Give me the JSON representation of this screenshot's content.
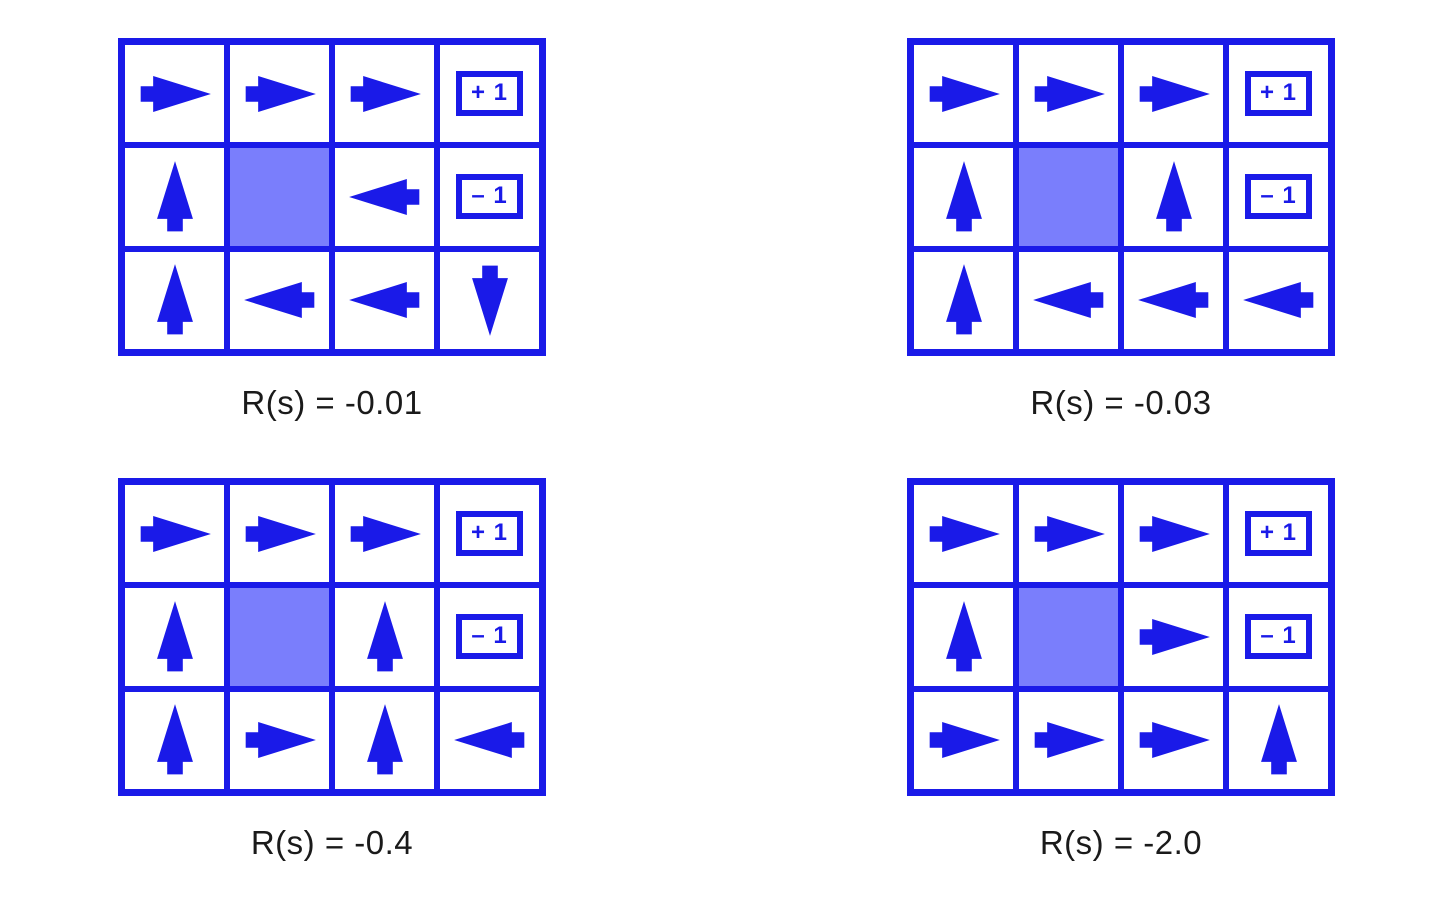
{
  "figure": {
    "type": "policy-gridworld-set",
    "description": "Four 4x3 gridworld optimal policy diagrams for different living rewards",
    "colors": {
      "line_blue": "#1a1ae8",
      "arrow_blue": "#1a1ae8",
      "wall_fill": "#7a7efc",
      "cell_fill": "#ffffff",
      "caption_text": "#1a1a1a",
      "background": "#ffffff"
    },
    "grid_size": {
      "cols": 4,
      "rows": 3
    }
  },
  "panels": [
    {
      "id": "panel-r-0-01",
      "caption": "R(s) = -0.01",
      "reward": "-0.01",
      "cells": [
        [
          {
            "kind": "arrow",
            "dir": "right",
            "label": "right-arrow"
          },
          {
            "kind": "arrow",
            "dir": "right",
            "label": "right-arrow"
          },
          {
            "kind": "arrow",
            "dir": "right",
            "label": "right-arrow"
          },
          {
            "kind": "terminal",
            "text": "+ 1",
            "label": "terminal-positive"
          }
        ],
        [
          {
            "kind": "arrow",
            "dir": "up",
            "label": "up-arrow"
          },
          {
            "kind": "wall",
            "label": "wall-cell"
          },
          {
            "kind": "arrow",
            "dir": "left",
            "label": "left-arrow"
          },
          {
            "kind": "terminal",
            "text": "– 1",
            "label": "terminal-negative"
          }
        ],
        [
          {
            "kind": "arrow",
            "dir": "up",
            "label": "up-arrow"
          },
          {
            "kind": "arrow",
            "dir": "left",
            "label": "left-arrow"
          },
          {
            "kind": "arrow",
            "dir": "left",
            "label": "left-arrow"
          },
          {
            "kind": "arrow",
            "dir": "down",
            "label": "down-arrow"
          }
        ]
      ]
    },
    {
      "id": "panel-r-0-03",
      "caption": "R(s) = -0.03",
      "reward": "-0.03",
      "cells": [
        [
          {
            "kind": "arrow",
            "dir": "right",
            "label": "right-arrow"
          },
          {
            "kind": "arrow",
            "dir": "right",
            "label": "right-arrow"
          },
          {
            "kind": "arrow",
            "dir": "right",
            "label": "right-arrow"
          },
          {
            "kind": "terminal",
            "text": "+ 1",
            "label": "terminal-positive"
          }
        ],
        [
          {
            "kind": "arrow",
            "dir": "up",
            "label": "up-arrow"
          },
          {
            "kind": "wall",
            "label": "wall-cell"
          },
          {
            "kind": "arrow",
            "dir": "up",
            "label": "up-arrow"
          },
          {
            "kind": "terminal",
            "text": "– 1",
            "label": "terminal-negative"
          }
        ],
        [
          {
            "kind": "arrow",
            "dir": "up",
            "label": "up-arrow"
          },
          {
            "kind": "arrow",
            "dir": "left",
            "label": "left-arrow"
          },
          {
            "kind": "arrow",
            "dir": "left",
            "label": "left-arrow"
          },
          {
            "kind": "arrow",
            "dir": "left",
            "label": "left-arrow"
          }
        ]
      ]
    },
    {
      "id": "panel-r-0-4",
      "caption": "R(s) = -0.4",
      "reward": "-0.4",
      "cells": [
        [
          {
            "kind": "arrow",
            "dir": "right",
            "label": "right-arrow"
          },
          {
            "kind": "arrow",
            "dir": "right",
            "label": "right-arrow"
          },
          {
            "kind": "arrow",
            "dir": "right",
            "label": "right-arrow"
          },
          {
            "kind": "terminal",
            "text": "+ 1",
            "label": "terminal-positive"
          }
        ],
        [
          {
            "kind": "arrow",
            "dir": "up",
            "label": "up-arrow"
          },
          {
            "kind": "wall",
            "label": "wall-cell"
          },
          {
            "kind": "arrow",
            "dir": "up",
            "label": "up-arrow"
          },
          {
            "kind": "terminal",
            "text": "– 1",
            "label": "terminal-negative"
          }
        ],
        [
          {
            "kind": "arrow",
            "dir": "up",
            "label": "up-arrow"
          },
          {
            "kind": "arrow",
            "dir": "right",
            "label": "right-arrow"
          },
          {
            "kind": "arrow",
            "dir": "up",
            "label": "up-arrow"
          },
          {
            "kind": "arrow",
            "dir": "left",
            "label": "left-arrow"
          }
        ]
      ]
    },
    {
      "id": "panel-r-2-0",
      "caption": "R(s) = -2.0",
      "reward": "-2.0",
      "cells": [
        [
          {
            "kind": "arrow",
            "dir": "right",
            "label": "right-arrow"
          },
          {
            "kind": "arrow",
            "dir": "right",
            "label": "right-arrow"
          },
          {
            "kind": "arrow",
            "dir": "right",
            "label": "right-arrow"
          },
          {
            "kind": "terminal",
            "text": "+ 1",
            "label": "terminal-positive"
          }
        ],
        [
          {
            "kind": "arrow",
            "dir": "up",
            "label": "up-arrow"
          },
          {
            "kind": "wall",
            "label": "wall-cell"
          },
          {
            "kind": "arrow",
            "dir": "right",
            "label": "right-arrow"
          },
          {
            "kind": "terminal",
            "text": "– 1",
            "label": "terminal-negative"
          }
        ],
        [
          {
            "kind": "arrow",
            "dir": "right",
            "label": "right-arrow"
          },
          {
            "kind": "arrow",
            "dir": "right",
            "label": "right-arrow"
          },
          {
            "kind": "arrow",
            "dir": "right",
            "label": "right-arrow"
          },
          {
            "kind": "arrow",
            "dir": "up",
            "label": "up-arrow"
          }
        ]
      ]
    }
  ]
}
